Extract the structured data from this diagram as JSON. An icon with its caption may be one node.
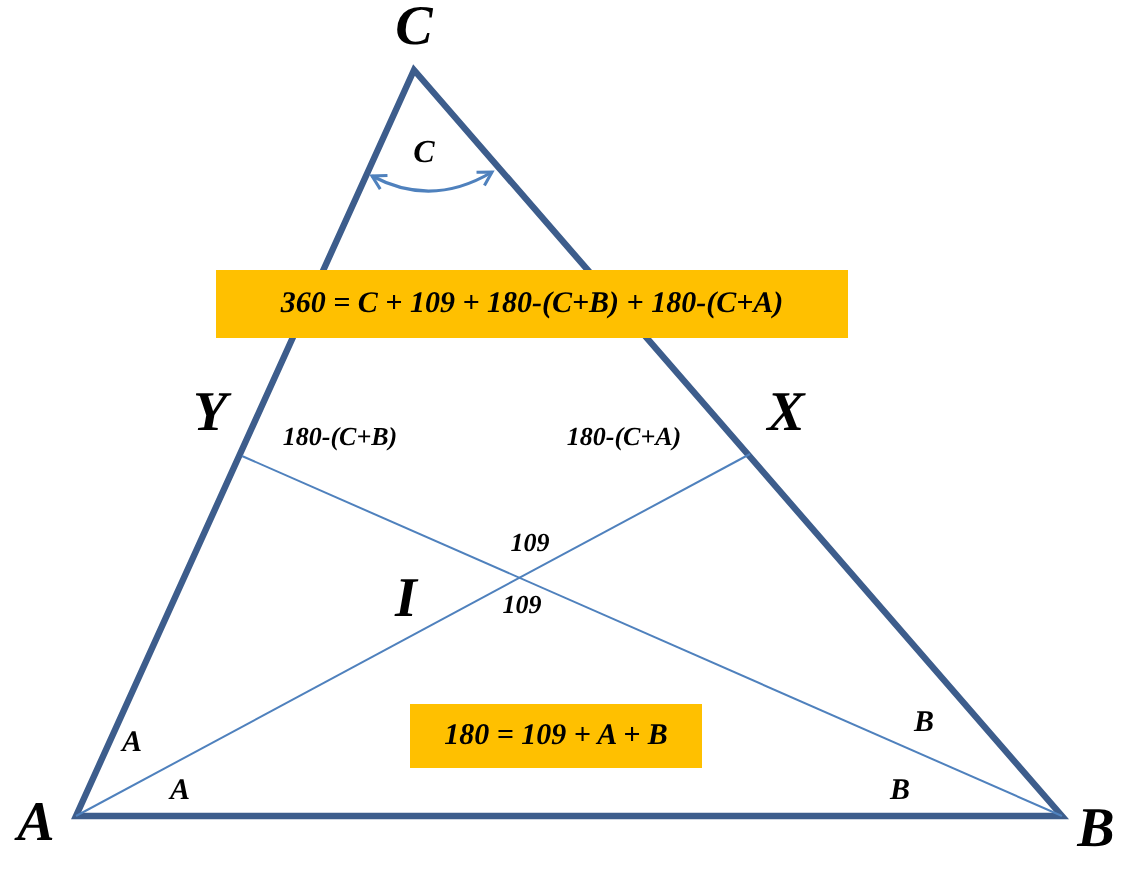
{
  "diagram": {
    "nodes": [
      {
        "text": [
          "360 = C + 109 + 180-(C+B) + 180-(C+A)"
        ]
      },
      {
        "text": [
          "180 = 109 + A + B"
        ]
      }
    ],
    "labels": [
      "C",
      "C",
      "Y",
      "180-(C+B)",
      "180-(C+A)",
      "X",
      "109",
      "I",
      "109",
      "B",
      "A",
      "A",
      "A",
      "B",
      "B"
    ]
  }
}
